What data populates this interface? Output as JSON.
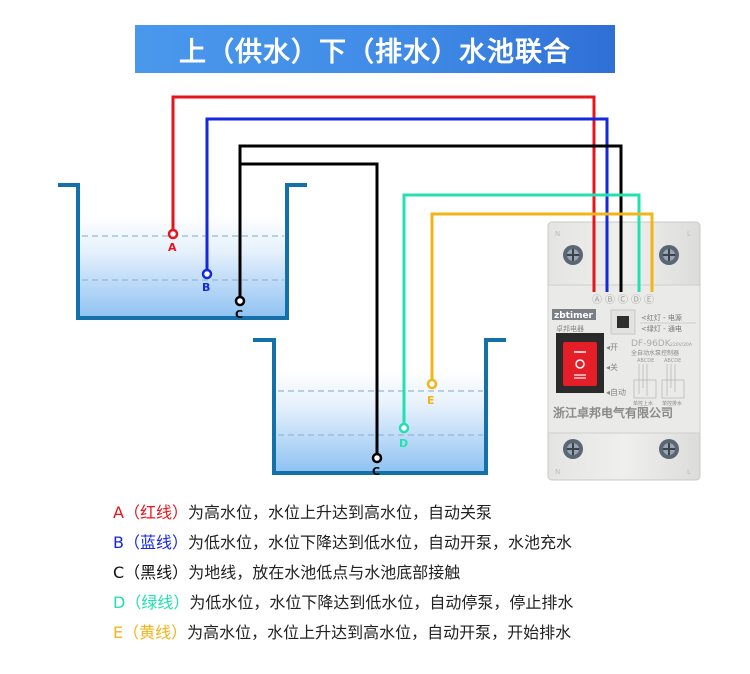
{
  "title": "上（供水）下（排水）水池联合",
  "colors": {
    "A": "#e8141c",
    "B": "#1428e0",
    "C": "#000000",
    "D": "#22e0b0",
    "E": "#f2b418",
    "tank": "#1470a8",
    "title_bg": "#3f8ae6"
  },
  "probes": {
    "A": "A",
    "B": "B",
    "C_upper": "C",
    "C_lower": "C",
    "D": "D",
    "E": "E"
  },
  "controller": {
    "terminals": [
      "Ⓐ",
      "Ⓑ",
      "Ⓒ",
      "Ⓓ",
      "Ⓔ"
    ],
    "brand": "zbtimer",
    "brand_cn": "卓邦电器",
    "indicator_red": "<红灯 - 电源",
    "indicator_green": "<绿灯 - 通电",
    "model": "DF-96DK",
    "model_spec": "220V/20A",
    "product_name": "全自动水泵控制器",
    "switch_on": "◂开",
    "switch_off": "◂关",
    "switch_auto": "◂自动",
    "scheme_letters_left": "ABCDE",
    "scheme_letters_right": "ABCDE",
    "scheme_left_caption": "单控上水",
    "scheme_right_caption": "单控排水",
    "company": "浙江卓邦电气有限公司",
    "terminal_top_left": "N",
    "terminal_top_right": "L",
    "terminal_bottom_left": "N",
    "terminal_bottom_right": "L"
  },
  "legend": [
    {
      "key": "A（红线）",
      "desc": " 为高水位，水位上升达到高水位，自动关泵",
      "color": "#e8141c"
    },
    {
      "key": "B（蓝线）",
      "desc": "为低水位，水位下降达到低水位，自动开泵，水池充水",
      "color": "#1428e0"
    },
    {
      "key": "C（黑线）",
      "desc": "为地线，放在水池低点与水池底部接触",
      "color": "#111111"
    },
    {
      "key": "D（绿线）",
      "desc": "为低水位，水位下降达到低水位，自动停泵，停止排水",
      "color": "#22e0b0"
    },
    {
      "key": "E（黄线）",
      "desc": " 为高水位，水位上升达到高水位，自动开泵，开始排水",
      "color": "#f2b418"
    }
  ]
}
